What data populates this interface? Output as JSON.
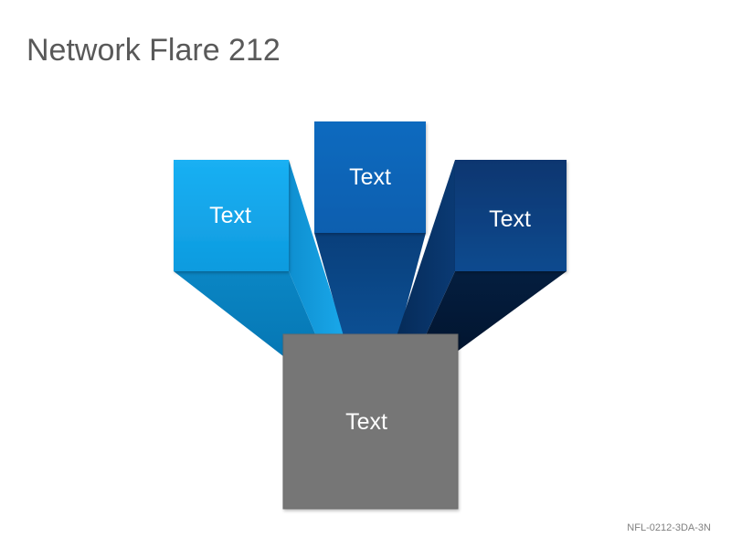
{
  "title": "Network Flare 212",
  "footer_code": "NFL-0212-3DA-3N",
  "boxes": {
    "left": {
      "label": "Text",
      "color": "#19AEF0"
    },
    "center": {
      "label": "Text",
      "color": "#0C67BC"
    },
    "right": {
      "label": "Text",
      "color": "#0A3D7A"
    },
    "bottom": {
      "label": "Text",
      "color": "#767676"
    }
  }
}
